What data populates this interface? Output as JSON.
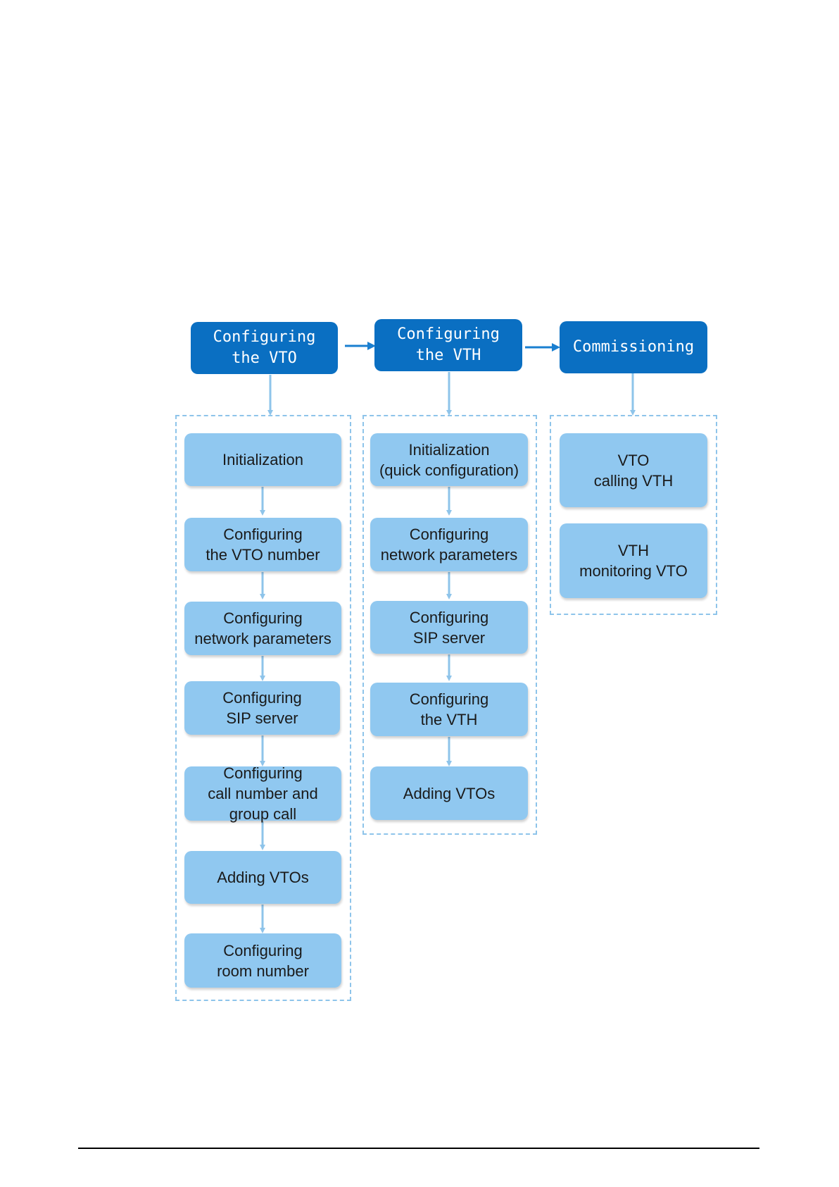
{
  "flow": {
    "stages": [
      {
        "label": "Configuring\nthe VTO"
      },
      {
        "label": "Configuring\nthe VTH"
      },
      {
        "label": "Commissioning"
      }
    ],
    "vto_steps": [
      {
        "label": "Initialization"
      },
      {
        "label": "Configuring\nthe VTO number"
      },
      {
        "label": "Configuring\nnetwork parameters"
      },
      {
        "label": "Configuring\nSIP server"
      },
      {
        "label": "Configuring\ncall number and\ngroup call"
      },
      {
        "label": "Adding VTOs"
      },
      {
        "label": "Configuring\nroom number"
      }
    ],
    "vth_steps": [
      {
        "label": "Initialization\n(quick configuration)"
      },
      {
        "label": "Configuring\nnetwork parameters"
      },
      {
        "label": "Configuring\nSIP server"
      },
      {
        "label": "Configuring\nthe VTH"
      },
      {
        "label": "Adding VTOs"
      }
    ],
    "commissioning_steps": [
      {
        "label": "VTO\ncalling VTH"
      },
      {
        "label": "VTH\nmonitoring VTO"
      }
    ]
  },
  "colors": {
    "stage_fill": "#0a6fc2",
    "step_fill": "#90c8f0",
    "connector": "#8ec4ea",
    "stage_arrow": "#1a7fd0",
    "frame_border": "#8ec4ea"
  }
}
